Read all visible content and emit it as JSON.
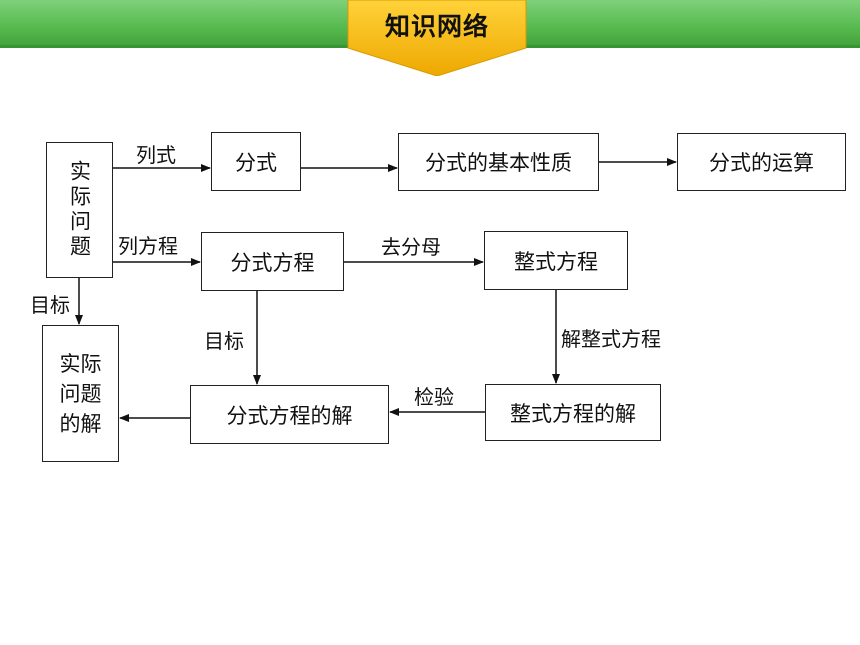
{
  "header": {
    "title": "知识网络"
  },
  "nodes": {
    "practical_problem": "实际问题",
    "fraction": "分式",
    "fraction_basic_property": "分式的基本性质",
    "fraction_operation": "分式的运算",
    "fraction_equation": "分式方程",
    "integral_equation": "整式方程",
    "integral_equation_solution": "整式方程的解",
    "fraction_equation_solution": "分式方程的解",
    "practical_problem_solution": "实际问题的解"
  },
  "edges": {
    "list_expression": "列式",
    "list_equation": "列方程",
    "remove_denominator": "去分母",
    "solve_integral_equation": "解整式方程",
    "check": "检验",
    "goal_left": "目标",
    "goal_middle": "目标"
  },
  "colors": {
    "header_green": "#58bb50",
    "header_tag_yellow": "#f2b705"
  }
}
